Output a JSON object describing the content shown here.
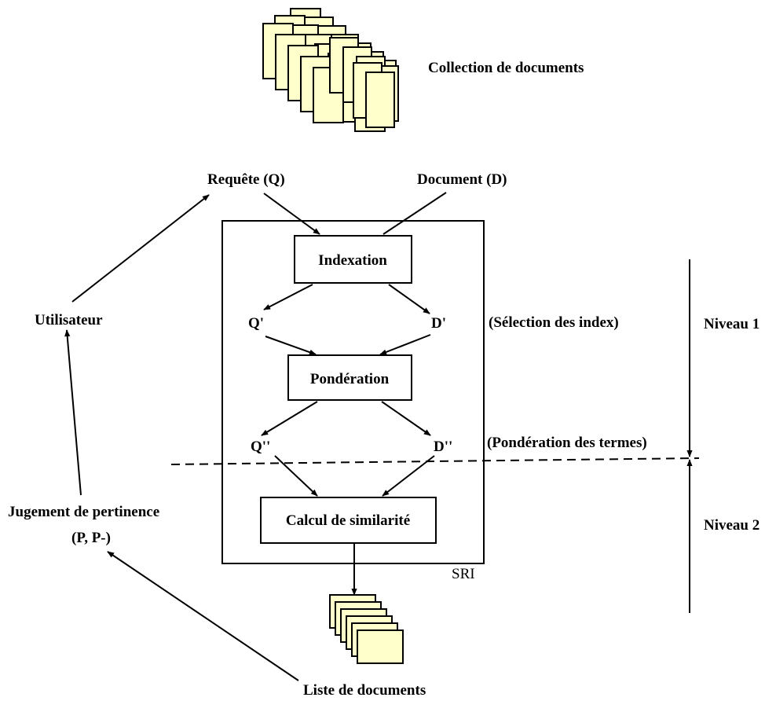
{
  "collection_label": "Collection de documents",
  "query_label": "Requête (Q)",
  "document_label": "Document (D)",
  "user_label": "Utilisateur",
  "judgement_line1": "Jugement de pertinence",
  "judgement_line2": "(P, P-)",
  "indexing_label": "Indexation",
  "q_prime": "Q'",
  "d_prime": "D'",
  "index_selection_label": "(Sélection des index)",
  "weighting_label": "Pondération",
  "q_double_prime": "Q''",
  "d_double_prime": "D''",
  "term_weighting_label": "(Pondération des termes)",
  "similarity_label": "Calcul de similarité",
  "system_label": "SRI",
  "level1_label": "Niveau 1",
  "level2_label": "Niveau 2",
  "result_list_label": "Liste de documents",
  "colors": {
    "document_fill": "#ffffcc",
    "stroke": "#000000",
    "background": "#ffffff"
  }
}
